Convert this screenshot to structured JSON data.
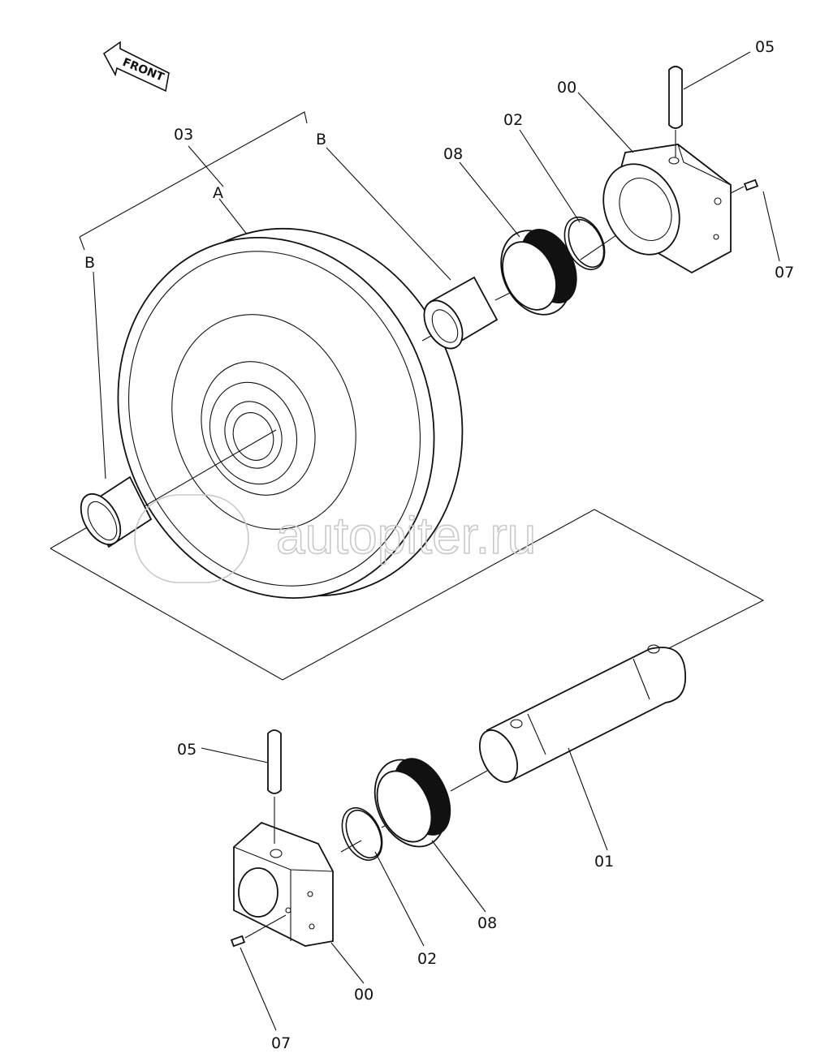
{
  "direction_label": "FRONT",
  "watermark": {
    "text": "autopiter.ru"
  },
  "section_labels": {
    "a": "A",
    "b_top": "B",
    "b_left": "B"
  },
  "callouts": {
    "top_05": "05",
    "top_00": "00",
    "top_02": "02",
    "top_08": "08",
    "top_03": "03",
    "top_07": "07",
    "bottom_05": "05",
    "bottom_01": "01",
    "bottom_08": "08",
    "bottom_02": "02",
    "bottom_00": "00",
    "bottom_07": "07"
  },
  "colors": {
    "line": "#111111",
    "watermark": "#c9c9c9",
    "background": "#ffffff"
  }
}
